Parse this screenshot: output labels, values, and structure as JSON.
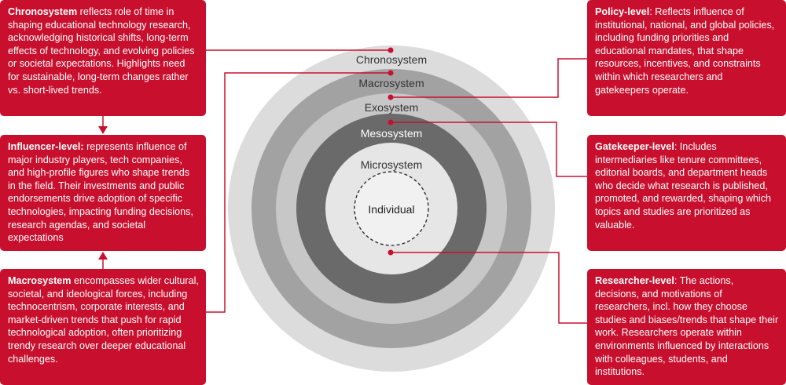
{
  "left_boxes": [
    {
      "id": "chronosystem",
      "title": "Chronosystem",
      "text": " reflects role of time in shaping educational technology research, acknowledging historical shifts, long-term effects of technology, and evolving policies or societal expectations. Highlights need for sustainable, long-term changes rather vs. short-lived trends."
    },
    {
      "id": "influencer",
      "title": "Influencer-level:",
      "text": " represents influence of major industry players, tech companies, and high-profile figures who shape trends in the field. Their investments and public endorsements drive adoption of specific technologies, impacting funding decisions, research agendas, and societal expectations"
    },
    {
      "id": "macrosystem",
      "title": "Macrosystem",
      "text": " encompasses wider cultural, societal, and ideological forces, including technocentrism, corporate interests, and market-driven trends that push for rapid technological adoption, often prioritizing trendy research over deeper educational challenges."
    }
  ],
  "right_boxes": [
    {
      "id": "policy",
      "title": "Policy-level",
      "text": ": Reflects influence of institutional, national, and global policies, including funding priorities and educational mandates, that shape resources, incentives, and constraints within which researchers and gatekeepers operate."
    },
    {
      "id": "gatekeeper",
      "title": "Gatekeeper-level",
      "text": ": Includes intermediaries like tenure committees, editorial boards, and department heads who decide what research is published, promoted, and rewarded, shaping which topics and studies are prioritized as valuable."
    },
    {
      "id": "researcher",
      "title": "Researcher-level",
      "text": ": The actions, decisions, and motivations of researchers, incl. how they choose studies and biases/trends that shape their work. Researchers operate within environments influenced by interactions with colleagues, students, and institutions."
    }
  ],
  "rings": {
    "chronosystem": "Chronosystem",
    "macrosystem": "Macrosystem",
    "exosystem": "Exosystem",
    "mesosystem": "Mesosystem",
    "microsystem": "Microsystem",
    "individual": "Individual"
  },
  "colors": {
    "accent": "#c8102e",
    "ring_chrono": "#dcdcdc",
    "ring_macro": "#a2a2a2",
    "ring_exo": "#c7c7c7",
    "ring_meso": "#6a6a6a",
    "ring_micro": "#e6e6e6",
    "ring_individual": "#f1f1f1"
  }
}
